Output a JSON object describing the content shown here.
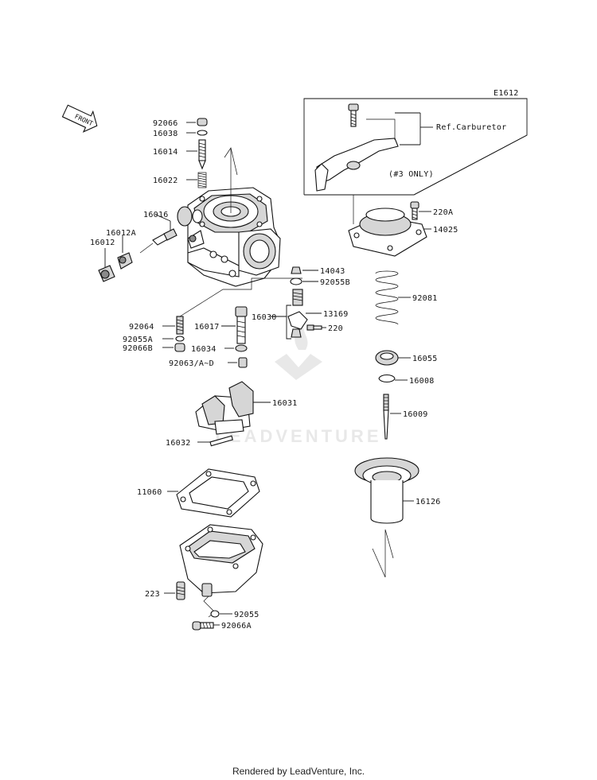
{
  "diagram_code": "E1612",
  "front_label": "FRONT",
  "ref_label": "Ref.Carburetor",
  "note_label": "(#3 ONLY)",
  "watermark": "LEADVENTURE",
  "footer": "Rendered by LeadVenture, Inc.",
  "parts": {
    "p92066": "92066",
    "p16038": "16038",
    "p16014": "16014",
    "p16022": "16022",
    "p16016": "16016",
    "p16012A": "16012A",
    "p16012": "16012",
    "p14043": "14043",
    "p92055B": "92055B",
    "p13169": "13169",
    "p16030": "16030",
    "p220": "220",
    "p92064": "92064",
    "p92055A": "92055A",
    "p92066B": "92066B",
    "p16017": "16017",
    "p16034": "16034",
    "p92063": "92063/A~D",
    "p16031": "16031",
    "p16032": "16032",
    "p11060": "11060",
    "p223": "223",
    "p92055": "92055",
    "p92066A": "92066A",
    "p220A": "220A",
    "p14025": "14025",
    "p92081": "92081",
    "p16055": "16055",
    "p16008": "16008",
    "p16009": "16009",
    "p16126": "16126"
  }
}
